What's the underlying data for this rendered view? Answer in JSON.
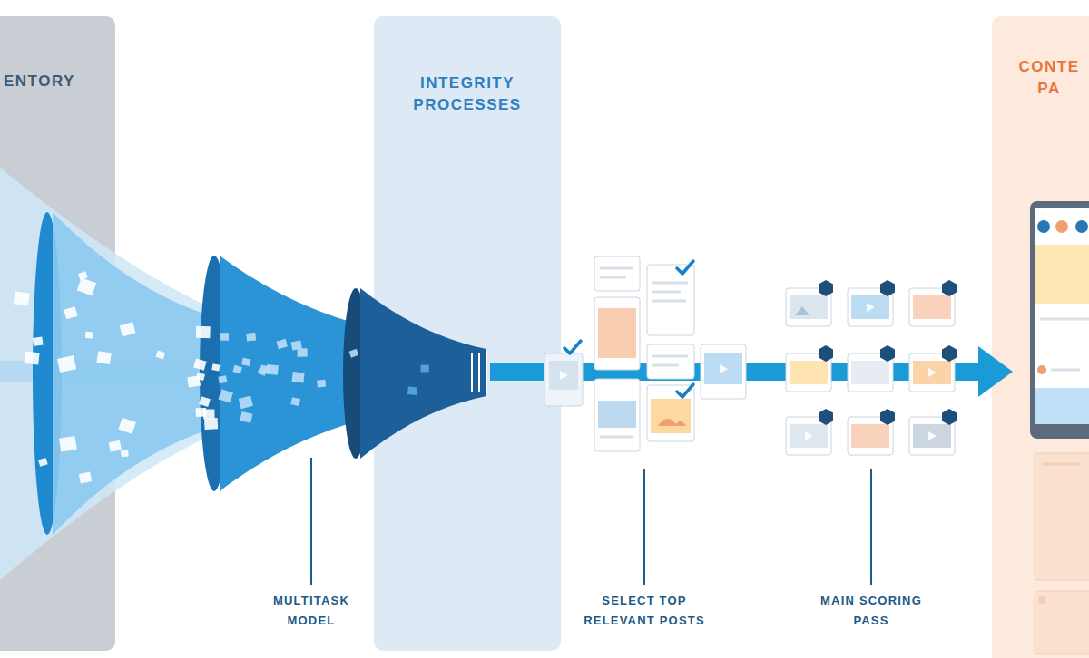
{
  "diagram": {
    "nodes": [
      {
        "text": [
          "ENTORY"
        ]
      },
      {
        "text": [
          "INTEGRITY PROCESSES"
        ]
      },
      {
        "text": [
          "CONTE PA"
        ]
      }
    ],
    "labels": [
      "MULTITASK MODEL",
      "SELECT TOP RELEVANT POSTS",
      "MAIN SCORING PASS"
    ]
  }
}
